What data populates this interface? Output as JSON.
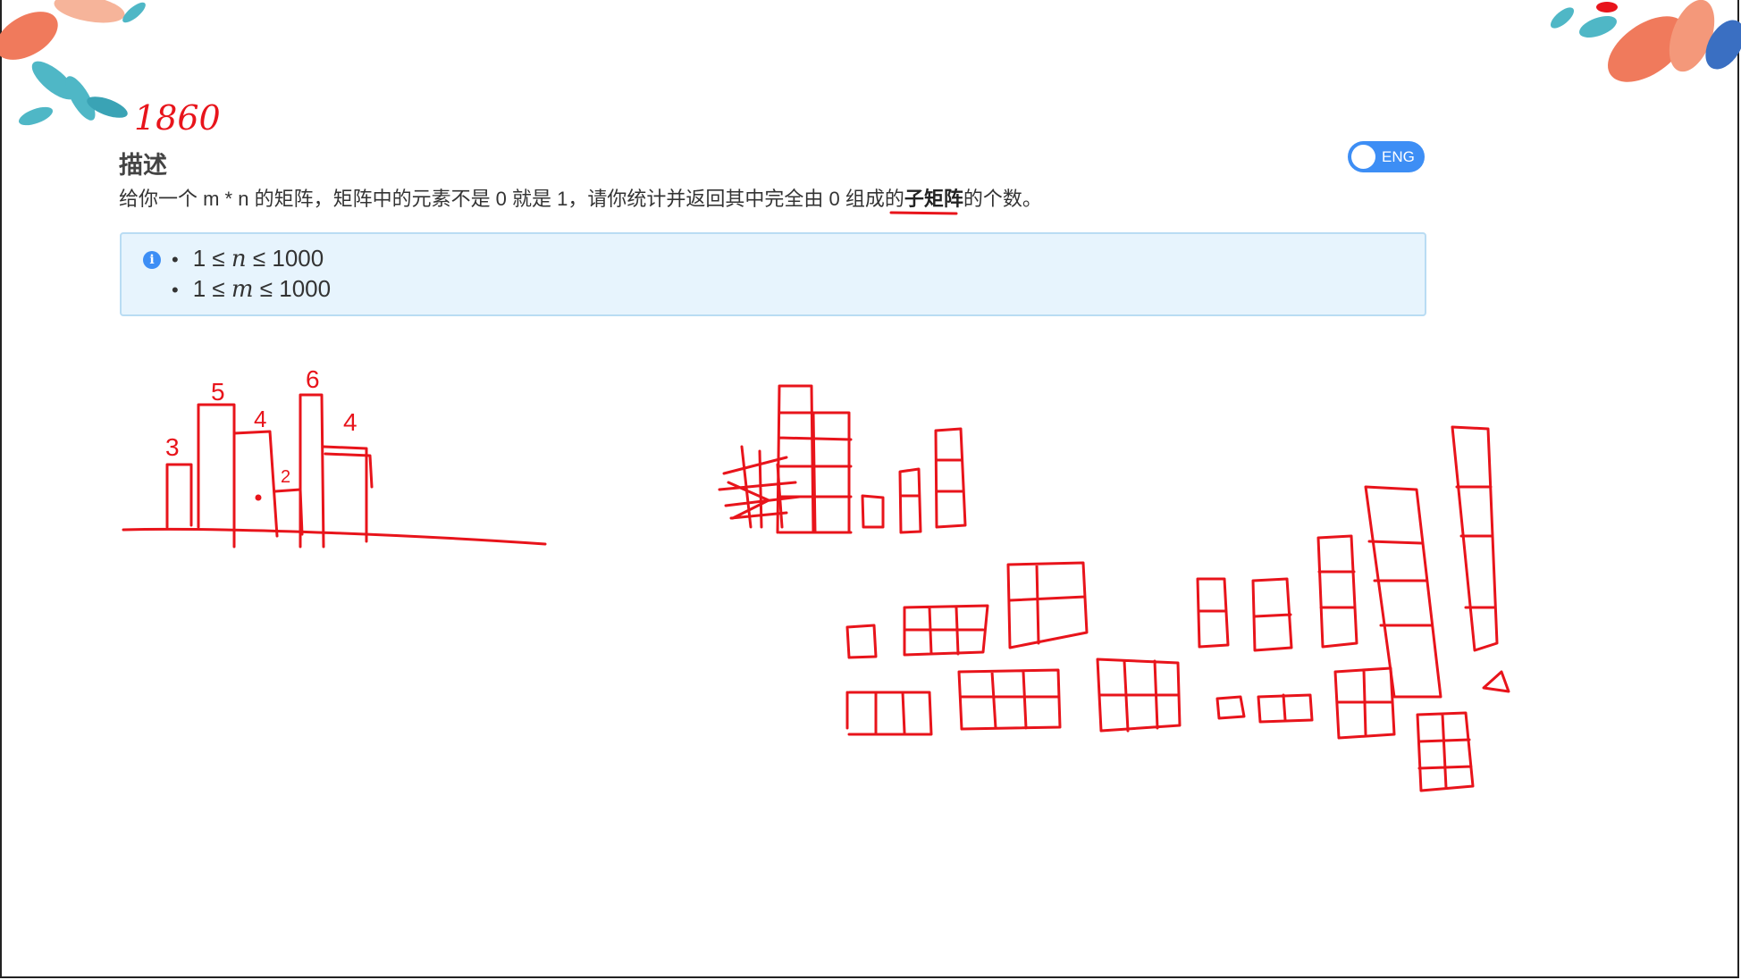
{
  "problem": {
    "title": "描述",
    "description_parts": [
      {
        "text": "给你一个 m * n 的矩阵，矩阵中的元素不是 0 就是 1，请你统计并返回其中完全由 0 组成的",
        "bold": false
      },
      {
        "text": "子矩阵",
        "bold": true
      },
      {
        "text": "的个数。",
        "bold": false
      }
    ],
    "lang_toggle_label": "ENG"
  },
  "constraints": {
    "info_icon": "i",
    "items": [
      {
        "lhs": "1 ≤ ",
        "var": "n",
        "rhs": " ≤ 1000"
      },
      {
        "lhs": "1 ≤ ",
        "var": "m",
        "rhs": " ≤ 1000"
      }
    ]
  },
  "annotations": {
    "handwritten_number": "1860",
    "bar_heights": [
      "3",
      "5",
      "4",
      "2",
      "6",
      "4"
    ],
    "ink_color": "#e8141b"
  },
  "decorations": {
    "icon": "floral-leaf-decoration-icon",
    "leaf_teal": "#4fb7c6",
    "leaf_coral": "#f07a5c"
  }
}
